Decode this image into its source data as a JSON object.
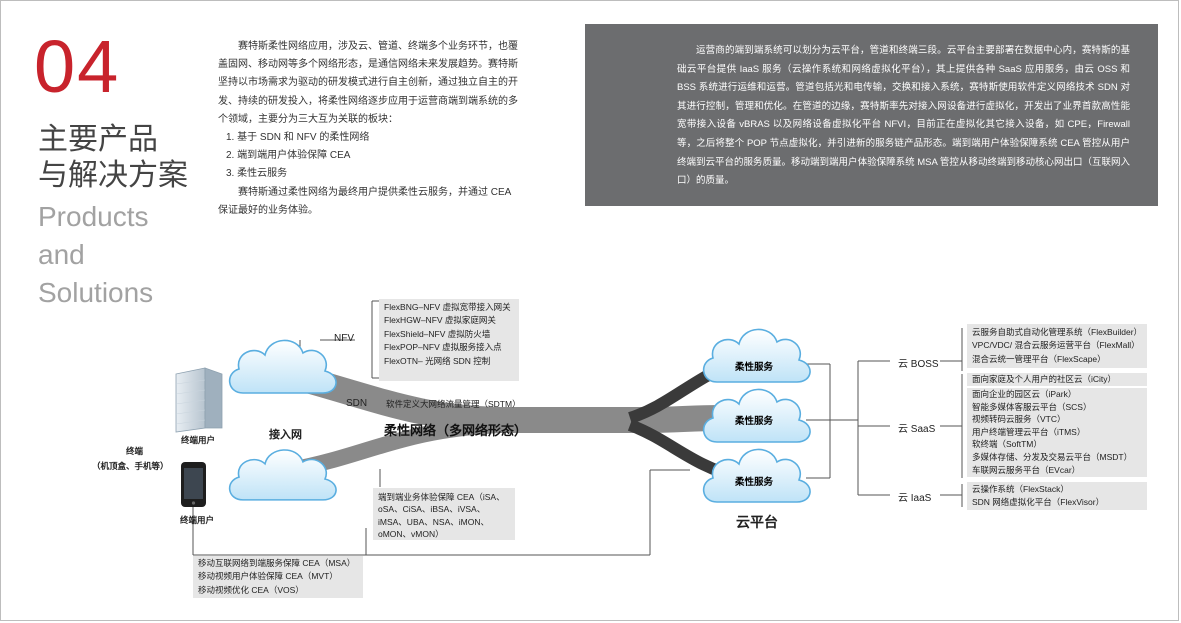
{
  "header": {
    "number": "04",
    "title_cn": [
      "主要产品",
      "与解决方案"
    ],
    "title_en": [
      "Products",
      "and",
      "Solutions"
    ]
  },
  "intro": {
    "p1": "赛特斯柔性网络应用，涉及云、管道、终端多个业务环节，也覆盖固网、移动网等多个网络形态，是通信网络未来发展趋势。赛特斯坚持以市场需求为驱动的研发模式进行自主创新，通过独立自主的开发、持续的研发投入，将柔性网络逐步应用于运营商端到端系统的多个领域，主要分为三大互为关联的板块：",
    "items": [
      "1. 基于 SDN 和 NFV 的柔性网络",
      "2. 端到端用户体验保障 CEA",
      "3. 柔性云服务"
    ],
    "p2": "赛特斯通过柔性网络为最终用户提供柔性云服务，并通过 CEA 保证最好的业务体验。"
  },
  "grey_box": {
    "text": "运营商的端到端系统可以划分为云平台，管道和终端三段。云平台主要部署在数据中心内，赛特斯的基础云平台提供 IaaS 服务（云操作系统和网络虚拟化平台），其上提供各种 SaaS 应用服务，由云 OSS 和 BSS 系统进行运维和运营。管道包括光和电传输，交换和接入系统，赛特斯使用软件定义网络技术 SDN 对其进行控制，管理和优化。在管道的边缘，赛特斯率先对接入网设备进行虚拟化，开发出了业界首款高性能宽带接入设备 vBRAS 以及网络设备虚拟化平台 NFVI，目前正在虚拟化其它接入设备，如 CPE，Firewall 等，之后将整个 POP 节点虚拟化，并引进新的服务链产品形态。端到端用户体验保障系统 CEA 管控从用户终端到云平台的服务质量。移动端到端用户体验保障系统 MSA 管控从移动终端到移动核心网出口（互联网入口）的质量。"
  },
  "diagram": {
    "nfv_label": "NFV",
    "nfv_items": [
      "FlexBNG–NFV 虚拟宽带接入网关",
      "FlexHGW–NFV 虚拟家庭网关",
      "FlexShield–NFV 虚拟防火墙",
      "FlexPOP–NFV 虚拟服务接入点",
      "FlexOTN– 光网络 SDN 控制"
    ],
    "sdn_label": "SDN",
    "sdn_text": "软件定义大网络流量管理（SDTM）",
    "pipe_label": "柔性网络（多网络形态）",
    "access_label": "接入网",
    "terminal_user_1": "终端用户",
    "terminal_user_2": "终端用户",
    "terminal_label": "终端",
    "terminal_sub": "（机顶盒、手机等）",
    "flex_service": [
      "柔性服务",
      "柔性服务",
      "柔性服务"
    ],
    "cloud_platform": "云平台",
    "cea_box": "端到端业务体验保障 CEA（iSA、oSA、CiSA、iBSA、iVSA、iMSA、UBA、NSA、iMON、oMON、vMON）",
    "msa_items": [
      "移动互联网络到端服务保障 CEA（MSA）",
      "移动视频用户体验保障 CEA（MVT）",
      "移动视频优化 CEA（VOS）"
    ],
    "boss_label": "云 BOSS",
    "boss_items": [
      "云服务自助式自动化管理系统（FlexBuilder）",
      "VPC/VDC/ 混合云服务运营平台（FlexMall）",
      "混合云统一管理平台（FlexScape）"
    ],
    "saas_label": "云 SaaS",
    "saas_items": [
      "面向家庭及个人用户的社区云（iCity）",
      "面向企业的园区云（iPark）",
      "智能多媒体客服云平台（SCS）",
      "视频转码云服务（VTC）",
      "用户终端管理云平台（iTMS）",
      "软终端（SoftTM）",
      "多媒体存储、分发及交易云平台（MSDT）",
      "车联网云服务平台（EVcar）"
    ],
    "iaas_label": "云 IaaS",
    "iaas_items": [
      "云操作系统（FlexStack）",
      "SDN 网络虚拟化平台（FlexVisor）"
    ]
  }
}
